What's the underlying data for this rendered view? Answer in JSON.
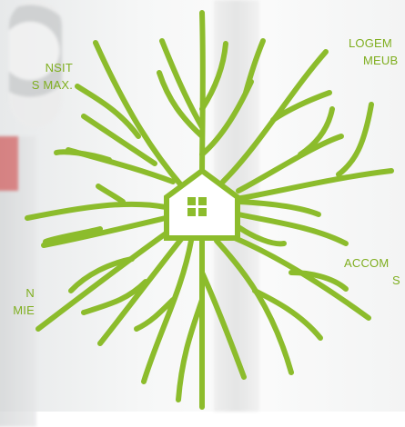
{
  "labels": {
    "top_left": [
      "NSIT",
      "S MAX."
    ],
    "top_right": [
      "LOGEM",
      "MEUB"
    ],
    "right": [
      "ACCOM",
      "S"
    ],
    "left": [
      "N",
      "MIE"
    ]
  },
  "icons": {
    "center": "house-icon",
    "background": "tree-roots-graphic"
  },
  "colors": {
    "accent": "#8cbc2c",
    "label": "#7fae1f",
    "background": "#f6f7f7"
  }
}
